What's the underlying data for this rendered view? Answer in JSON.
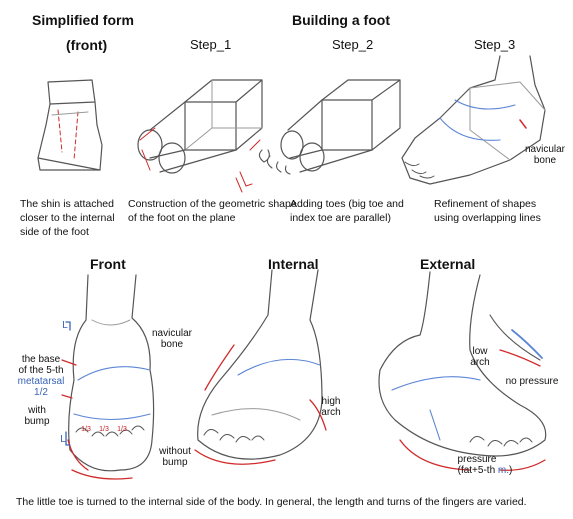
{
  "headings": {
    "simplified": "Simplified form",
    "front_paren": "(front)",
    "building": "Building a foot",
    "step1": "Step_1",
    "step2": "Step_2",
    "step3": "Step_3",
    "front": "Front",
    "internal": "Internal",
    "external": "External"
  },
  "captions": {
    "shin": "The shin is attached closer to the internal side of the foot",
    "construction": "Construction of the geometric shape of the foot on the plane",
    "toes": "Adding toes (big toe and index toe are parallel)",
    "refinement": "Refinement of shapes using overlapping lines"
  },
  "labels": {
    "navicular_top": "navicular bone",
    "navicular_front": "navicular bone",
    "base_5th_a": "the base",
    "base_5th_b": "of the 5-th",
    "base_5th_c": "metatarsal",
    "half": "1/2",
    "with_bump": "with bump",
    "without_bump": "without bump",
    "third": "1/3",
    "high_arch": "high arch",
    "low_arch": "low arch",
    "no_pressure": "no pressure",
    "pressure_a": "pressure",
    "pressure_b": "(fat+5-th",
    "pressure_m": "m.",
    "pressure_c": ")",
    "bracket_L": "L"
  },
  "footer": "The little toe is turned to the internal side of the body. In general, the length and turns of the fingers are varied.",
  "colors": {
    "ink": "#111111",
    "sketch": "#555555",
    "light": "#9a9a9a",
    "red": "#d02a2a",
    "blue": "#5b86d6"
  }
}
